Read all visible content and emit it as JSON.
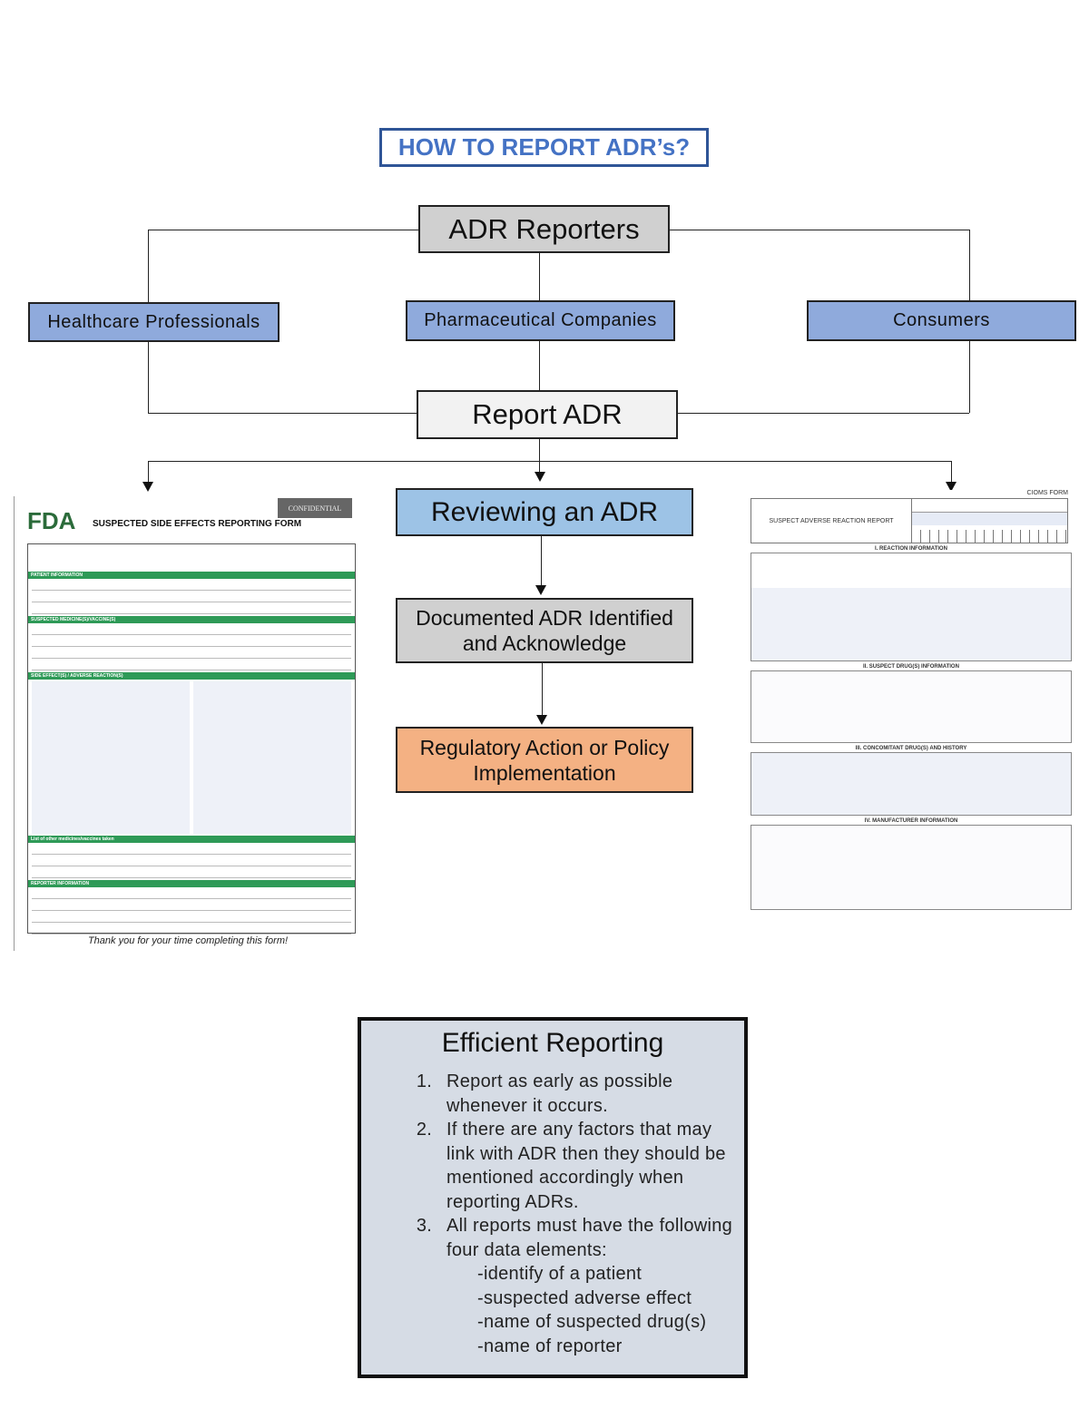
{
  "title": "HOW TO REPORT ADR’s?",
  "nodes": {
    "reporters": "ADR Reporters",
    "healthcare": "Healthcare Professionals",
    "pharma": "Pharmaceutical Companies",
    "consumers": "Consumers",
    "report": "Report ADR",
    "reviewing": "Reviewing an ADR",
    "documented": "Documented ADR Identified and Acknowledge",
    "regulatory": "Regulatory Action or Policy Implementation"
  },
  "colors": {
    "title": "#4472c4",
    "reporter_boxes": "#8faadc",
    "reviewing": "#9dc3e6",
    "regulatory": "#f4b183",
    "gray_box": "#d0d0d0",
    "efficient_bg": "#d6dce5"
  },
  "left_form": {
    "logo": "FDA",
    "heading": "SUSPECTED SIDE EFFECTS REPORTING FORM",
    "badge": "CONFIDENTIAL",
    "sections": [
      "PATIENT INFORMATION",
      "SUSPECTED MEDICINE(S)/VACCINE(S)",
      "SIDE EFFECT(S) / ADVERSE REACTION(S)",
      "List of other medicines/vaccines taken",
      "REPORTER INFORMATION"
    ],
    "footer": "Thank you for your time completing this form!"
  },
  "right_form": {
    "label": "CIOMS FORM",
    "heading": "SUSPECT ADVERSE REACTION REPORT",
    "sections": [
      "I. REACTION INFORMATION",
      "II. SUSPECT DRUG(S) INFORMATION",
      "III. CONCOMITANT DRUG(S) AND HISTORY",
      "IV. MANUFACTURER INFORMATION"
    ]
  },
  "efficient": {
    "title": "Efficient Reporting",
    "items": [
      "Report as early as possible whenever it occurs.",
      "If there are any factors that may link with ADR then they should be mentioned accordingly when reporting ADRs.",
      "All reports must have the following four data elements:"
    ],
    "elements": [
      "-identify of a patient",
      "-suspected adverse effect",
      "-name of suspected drug(s)",
      "-name of reporter"
    ]
  }
}
